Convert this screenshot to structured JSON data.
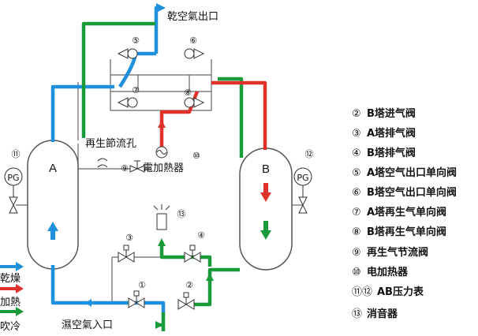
{
  "labels": {
    "dry_air_outlet": "乾空氣出口",
    "wet_air_inlet": "濕空氣入口",
    "regen_orifice": "再生節流孔",
    "heater": "電加熱器",
    "tower_a": "A",
    "tower_b": "B",
    "pg": "PG"
  },
  "valve_numbers": {
    "v1": "①",
    "v2": "②",
    "v3": "③",
    "v4": "④",
    "v5": "⑤",
    "v6": "⑥",
    "v7": "⑦",
    "v8": "⑧",
    "v9": "⑨",
    "v10": "⑩",
    "v11": "⑪",
    "v12": "⑫",
    "v13": "⑬"
  },
  "flow_legend": [
    {
      "label": "乾燥",
      "color": "#1e90dc"
    },
    {
      "label": "加熱",
      "color": "#e0312a"
    },
    {
      "label": "吹冷",
      "color": "#1a9a3a"
    }
  ],
  "component_legend": [
    {
      "mark": "②",
      "text": "B塔进气阀"
    },
    {
      "mark": "③",
      "text": "A塔排气阀"
    },
    {
      "mark": "④",
      "text": "B塔排气阀"
    },
    {
      "mark": "⑤",
      "text": "A塔空气出口单向阀"
    },
    {
      "mark": "⑥",
      "text": "B塔空气出口单向阀"
    },
    {
      "mark": "⑦",
      "text": "A塔再生气单向阀"
    },
    {
      "mark": "⑧",
      "text": "B塔再生气单向阀"
    },
    {
      "mark": "⑨",
      "text": "再生气节流阀"
    },
    {
      "mark": "⑩",
      "text": "电加热器"
    },
    {
      "mark": "⑪⑫",
      "text": "AB压力表"
    },
    {
      "mark": "⑬",
      "text": "消音器"
    }
  ],
  "colors": {
    "dry": "#1e90dc",
    "heat": "#e0312a",
    "cool": "#1a9a3a",
    "pipe": "#555555"
  }
}
